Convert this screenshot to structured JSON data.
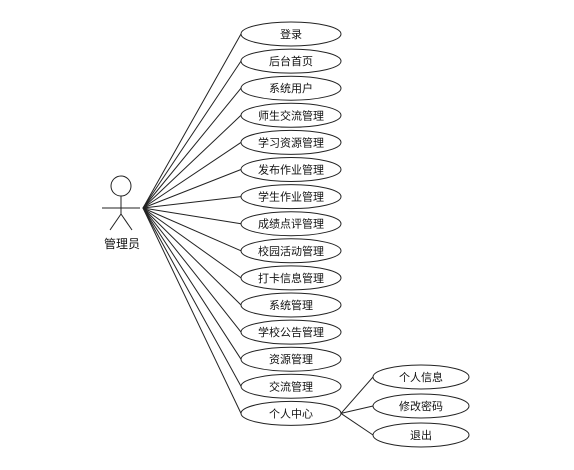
{
  "actor": {
    "label": "管理员"
  },
  "use_cases": [
    "登录",
    "后台首页",
    "系统用户",
    "师生交流管理",
    "学习资源管理",
    "发布作业管理",
    "学生作业管理",
    "成绩点评管理",
    "校园活动管理",
    "打卡信息管理",
    "系统管理",
    "学校公告管理",
    "资源管理",
    "交流管理",
    "个人中心"
  ],
  "sub_use_cases": {
    "parent": "个人中心",
    "items": [
      "个人信息",
      "修改密码",
      "退出"
    ]
  }
}
